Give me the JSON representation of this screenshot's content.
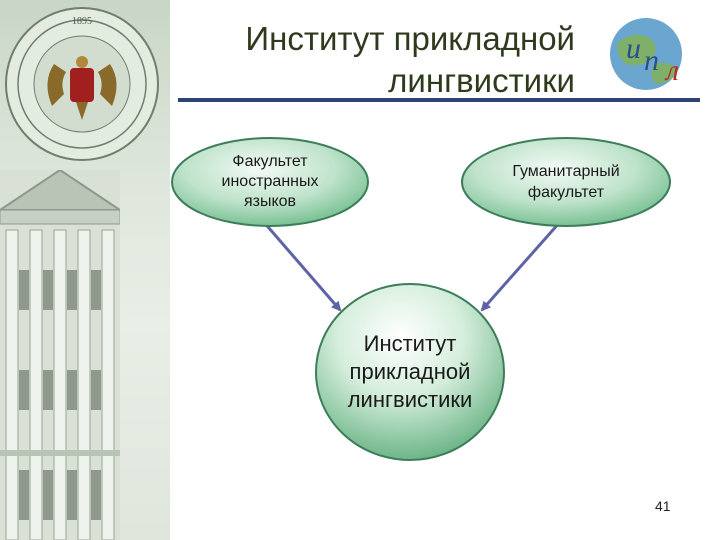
{
  "header": {
    "title_line1": "Институт прикладной",
    "title_line2": "лингвистики",
    "rule_color": "#2e4477",
    "logo_letters": [
      "и",
      "п",
      "л"
    ]
  },
  "emblem": {
    "year": "1895"
  },
  "diagram": {
    "nodes": [
      {
        "id": "foreign-languages",
        "lines": [
          "Факультет",
          "иностранных",
          "языков"
        ]
      },
      {
        "id": "humanities",
        "lines": [
          "Гуманитарный",
          "факультет"
        ]
      },
      {
        "id": "institute",
        "lines": [
          "Институт",
          "прикладной",
          "лингвистики"
        ]
      }
    ],
    "edges": [
      {
        "from": "foreign-languages",
        "to": "institute"
      },
      {
        "from": "humanities",
        "to": "institute"
      }
    ],
    "node_fill_light": "#f3faf5",
    "node_fill_dark": "#6dbb8a",
    "edge_color": "#5e62a6"
  },
  "footer": {
    "page_number": "41"
  }
}
